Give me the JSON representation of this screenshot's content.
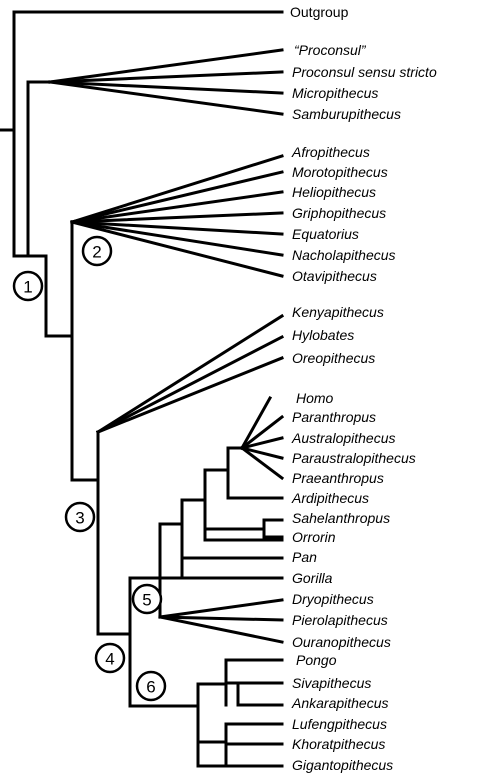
{
  "taxa": [
    {
      "name": "Outgroup",
      "italic": false
    },
    {
      "name": "“Proconsul”",
      "italic": true
    },
    {
      "name": "Proconsul sensu stricto",
      "italic": true
    },
    {
      "name": "Micropithecus",
      "italic": true
    },
    {
      "name": "Samburupithecus",
      "italic": true
    },
    {
      "name": "Afropithecus",
      "italic": true
    },
    {
      "name": "Morotopithecus",
      "italic": true
    },
    {
      "name": "Heliopithecus",
      "italic": true
    },
    {
      "name": "Griphopithecus",
      "italic": true
    },
    {
      "name": "Equatorius",
      "italic": true
    },
    {
      "name": "Nacholapithecus",
      "italic": true
    },
    {
      "name": "Otavipithecus",
      "italic": true
    },
    {
      "name": "Kenyapithecus",
      "italic": true
    },
    {
      "name": "Hylobates",
      "italic": true
    },
    {
      "name": "Oreopithecus",
      "italic": true
    },
    {
      "name": "Homo",
      "italic": true
    },
    {
      "name": "Paranthropus",
      "italic": true
    },
    {
      "name": "Australopithecus",
      "italic": true
    },
    {
      "name": "Paraustralopithecus",
      "italic": true
    },
    {
      "name": "Praeanthropus",
      "italic": true
    },
    {
      "name": "Ardipithecus",
      "italic": true
    },
    {
      "name": "Sahelanthropus",
      "italic": true
    },
    {
      "name": "Orrorin",
      "italic": true
    },
    {
      "name": "Pan",
      "italic": true
    },
    {
      "name": "Gorilla",
      "italic": true
    },
    {
      "name": "Dryopithecus",
      "italic": true
    },
    {
      "name": "Pierolapithecus",
      "italic": true
    },
    {
      "name": "Ouranopithecus",
      "italic": true
    },
    {
      "name": "Pongo",
      "italic": true
    },
    {
      "name": "Sivapithecus",
      "italic": true
    },
    {
      "name": "Ankarapithecus",
      "italic": true
    },
    {
      "name": "Lufengpithecus",
      "italic": true
    },
    {
      "name": "Khoratpithecus",
      "italic": true
    },
    {
      "name": "Gigantopithecus",
      "italic": true
    }
  ],
  "nodes": [
    "1",
    "2",
    "3",
    "4",
    "5",
    "6"
  ],
  "colors": {
    "line": "#000000",
    "background": "#ffffff"
  }
}
